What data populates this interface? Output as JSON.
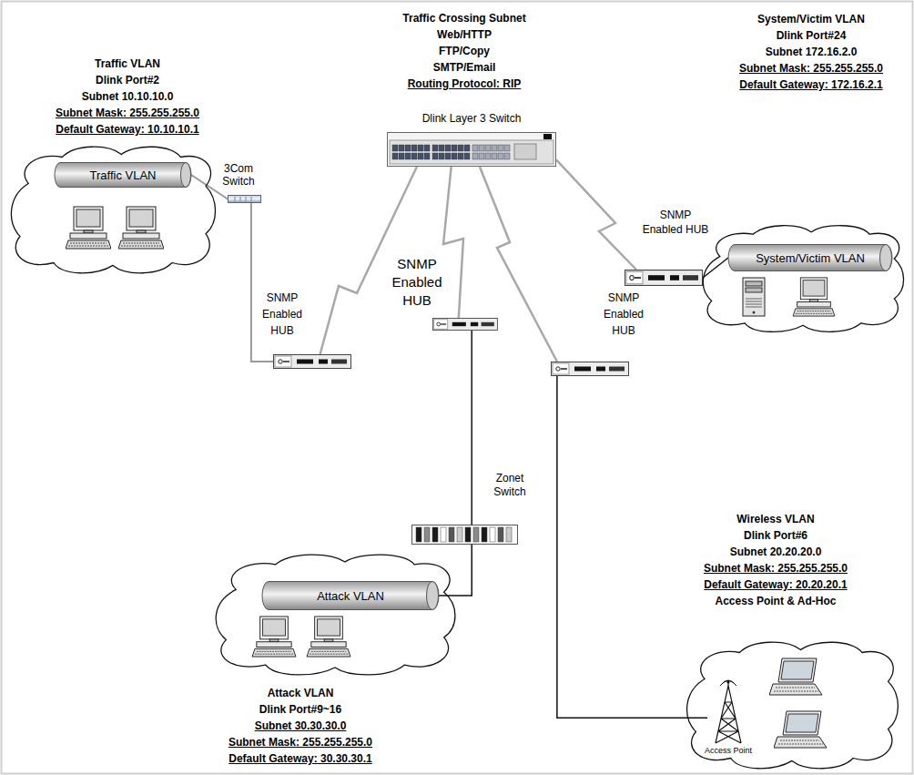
{
  "diagram": {
    "nodes": [
      {
        "text": [
          "Traffic VLAN",
          "Dlink Port#2",
          "Subnet 10.10.10.0",
          "Subnet Mask: 255.255.255.0",
          "Default Gateway: 10.10.10.1"
        ]
      },
      {
        "text": [
          "Traffic VLAN"
        ],
        "in": 0
      },
      {
        "text": [
          "3Com Switch"
        ]
      },
      {
        "text": [
          "Dlink Layer 3 Switch"
        ]
      },
      {
        "text": [
          "SNMP Enabled HUB"
        ]
      },
      {
        "text": [
          "SNMP Enabled HUB"
        ]
      },
      {
        "text": [
          "SNMP Enabled HUB"
        ]
      },
      {
        "text": [
          "System/Victim VLAN",
          "Dlink Port#24",
          "Subnet 172.16.2.0",
          "Subnet Mask: 255.255.255.0",
          "Default Gateway: 172.16.2.1"
        ]
      },
      {
        "text": [
          "System/Victim VLAN"
        ],
        "in": 7
      },
      {
        "text": [
          "Zonet Switch"
        ]
      },
      {
        "text": [
          "SNMP Enabled HUB"
        ]
      },
      {
        "text": [
          "Attack VLAN",
          "Dlink Port#9~16",
          "Subnet 30.30.30.0",
          "Subnet Mask: 255.255.255.0",
          "Default Gateway: 30.30.30.1"
        ]
      },
      {
        "text": [
          "Attack VLAN"
        ],
        "in": 11
      },
      {
        "text": [
          "Wireless VLAN",
          "Dlink Port#6",
          "Subnet 20.20.20.0",
          "Subnet Mask: 255.255.255.0",
          "Default Gateway: 20.20.20.1",
          "Access Point & Ad-Hoc"
        ]
      },
      {
        "text": [
          "Access Point"
        ],
        "in": 13
      }
    ],
    "edges": [
      {
        "from": 1,
        "to": 2,
        "arrow": "none"
      },
      {
        "from": 2,
        "to": 4,
        "arrow": "none"
      },
      {
        "from": 3,
        "to": 4,
        "arrow": "none"
      },
      {
        "from": 3,
        "to": 5,
        "arrow": "none"
      },
      {
        "from": 3,
        "to": 10,
        "arrow": "none"
      },
      {
        "from": 3,
        "to": 6,
        "arrow": "none"
      },
      {
        "from": 6,
        "to": 8,
        "arrow": "none"
      },
      {
        "from": 5,
        "to": 9,
        "arrow": "none"
      },
      {
        "from": 9,
        "to": 12,
        "arrow": "none"
      },
      {
        "from": 10,
        "to": 14,
        "arrow": "none"
      }
    ],
    "labels": [
      "Traffic Crossing Subnet",
      "Web/HTTP",
      "FTP/Copy",
      "SMTP/Email",
      "Routing Protocol: RIP"
    ]
  }
}
